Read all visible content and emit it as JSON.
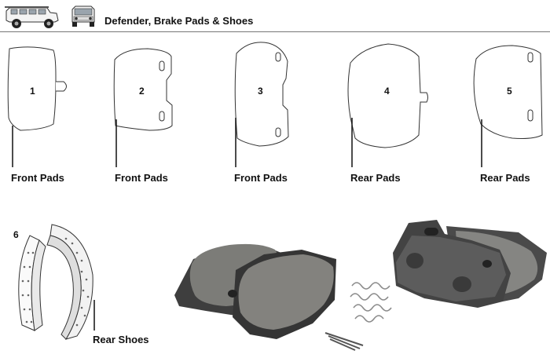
{
  "header": {
    "title": "Defender, Brake Pads & Shoes",
    "icons": [
      "land-rover-defender-side-icon",
      "land-rover-defender-front-icon"
    ]
  },
  "parts": [
    {
      "number": "1",
      "label": "Front Pads"
    },
    {
      "number": "2",
      "label": "Front Pads"
    },
    {
      "number": "3",
      "label": "Front Pads"
    },
    {
      "number": "4",
      "label": "Rear Pads"
    },
    {
      "number": "5",
      "label": "Rear Pads"
    },
    {
      "number": "6",
      "label": "Rear Shoes"
    }
  ]
}
